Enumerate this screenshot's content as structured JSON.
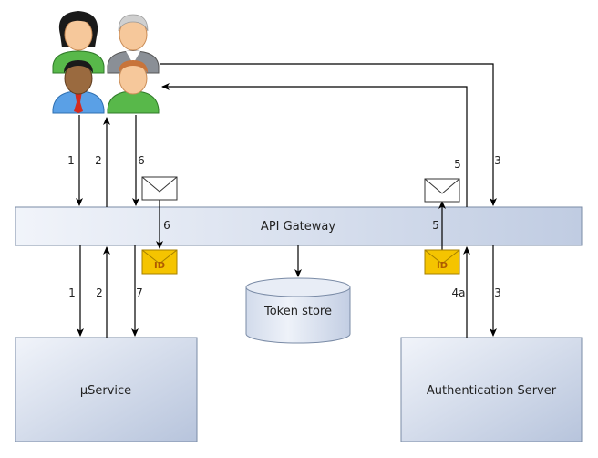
{
  "boxes": {
    "gateway": "API Gateway",
    "token_store": "Token store",
    "microservice": "µService",
    "auth_server": "Authentication Server"
  },
  "token_badge": "ID",
  "step_labels": {
    "s1_top": "1",
    "s2_top": "2",
    "s6_top": "6",
    "s5_top": "5",
    "s3_top": "3",
    "s6_env": "6",
    "s5_env": "5",
    "s1_bot": "1",
    "s2_bot": "2",
    "s7_bot": "7",
    "s4a_bot": "4a",
    "s3_bot": "3"
  },
  "colors": {
    "box_fill_light": "#eef2f9",
    "box_fill_dark": "#b9c6de",
    "box_stroke": "#7a8ba6",
    "token_fill": "#f5c400",
    "token_stroke": "#a57f00",
    "cyl_fill": "#dbe3f0"
  },
  "icons": [
    "user-woman-icon",
    "user-grey-hair-icon",
    "user-man-tie-icon",
    "user-man-icon",
    "envelope-icon",
    "id-token-envelope-icon",
    "database-cylinder-icon"
  ]
}
